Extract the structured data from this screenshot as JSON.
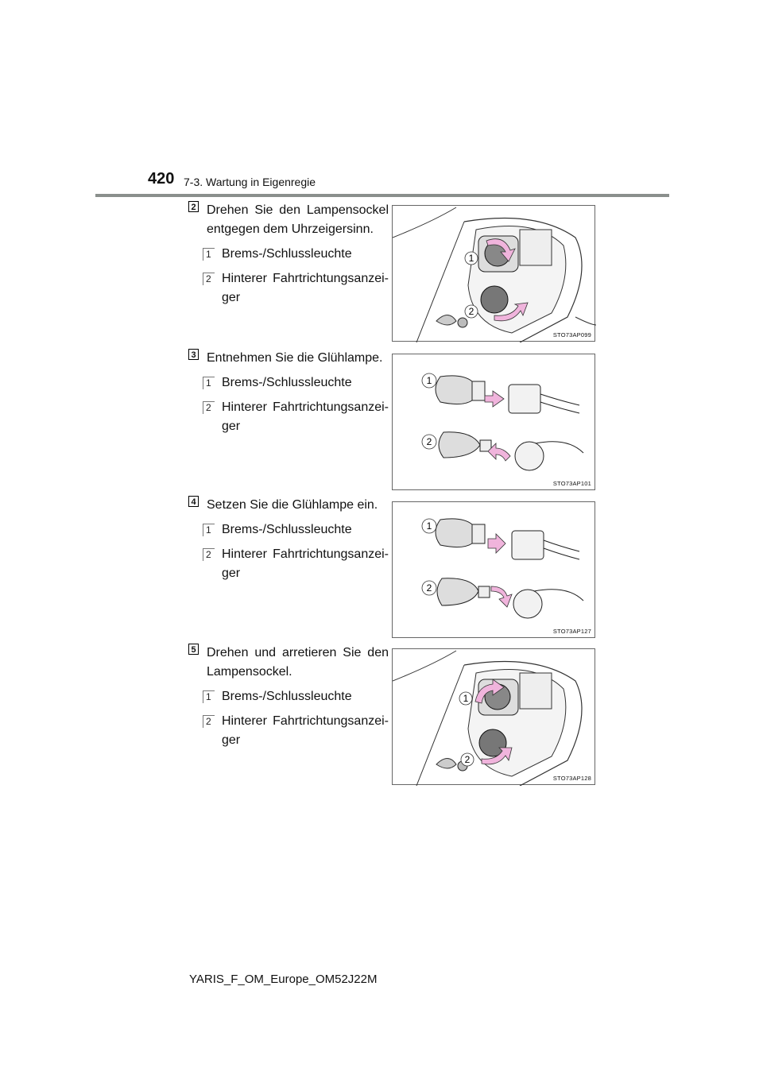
{
  "header": {
    "page_number": "420",
    "section": "7-3. Wartung in Eigenregie"
  },
  "steps": [
    {
      "step": "2",
      "text": "Drehen Sie den Lampensockel entgegen dem Uhrzeigersinn.",
      "items": [
        {
          "num": "1",
          "label": "Brems-/Schlussleuchte"
        },
        {
          "num": "2",
          "label": "Hinterer Fahrtrichtungsanzei-ger"
        }
      ],
      "figure": {
        "code": "STO73AP099",
        "callouts": [
          "1",
          "2"
        ]
      }
    },
    {
      "step": "3",
      "text": "Entnehmen Sie die Glühlampe.",
      "items": [
        {
          "num": "1",
          "label": "Brems-/Schlussleuchte"
        },
        {
          "num": "2",
          "label": "Hinterer Fahrtrichtungsanzei-ger"
        }
      ],
      "figure": {
        "code": "STO73AP101",
        "callouts": [
          "1",
          "2"
        ]
      }
    },
    {
      "step": "4",
      "text": "Setzen Sie die Glühlampe ein.",
      "items": [
        {
          "num": "1",
          "label": "Brems-/Schlussleuchte"
        },
        {
          "num": "2",
          "label": "Hinterer Fahrtrichtungsanzei-ger"
        }
      ],
      "figure": {
        "code": "STO73AP127",
        "callouts": [
          "1",
          "2"
        ]
      }
    },
    {
      "step": "5",
      "text": "Drehen und arretieren Sie den Lampensockel.",
      "items": [
        {
          "num": "1",
          "label": "Brems-/Schlussleuchte"
        },
        {
          "num": "2",
          "label": "Hinterer Fahrtrichtungsanzei-ger"
        }
      ],
      "figure": {
        "code": "STO73AP128",
        "callouts": [
          "1",
          "2"
        ]
      }
    }
  ],
  "footer": "YARIS_F_OM_Europe_OM52J22M",
  "colors": {
    "arrow": "#f0b4dc",
    "rule": "#8a8f8c"
  }
}
